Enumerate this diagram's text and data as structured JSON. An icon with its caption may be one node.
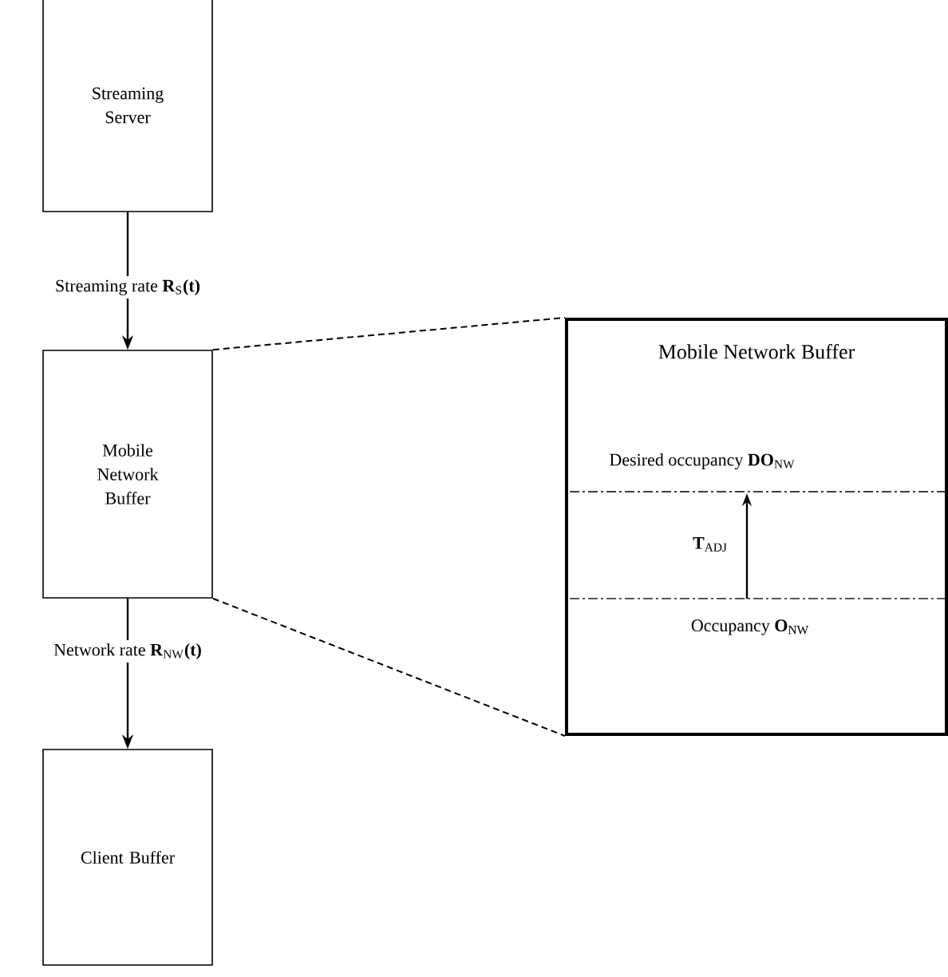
{
  "diagram": {
    "nodes": [
      {
        "text": [
          "Streaming Server"
        ]
      },
      {
        "text": [
          "Mobile Network Buffer"
        ]
      },
      {
        "text": [
          "Client Buffer"
        ]
      },
      {
        "text": [
          "Mobile Network Buffer"
        ]
      }
    ],
    "edges": [
      {
        "from": 0,
        "to": 1,
        "arrow": "to",
        "label": "Streaming rate **R**$_{S}$**(t)**"
      },
      {
        "from": 1,
        "to": 2,
        "arrow": "to",
        "label": "Network rate **R**$_{NW}$**(t)**"
      },
      {
        "from": 1,
        "to": 3,
        "arrow": "none",
        "style": "dashed"
      },
      {
        "from": 1,
        "to": 3,
        "arrow": "none",
        "style": "dashed"
      }
    ],
    "labels": [
      "Desired occupancy **DO**$_{NW}$",
      "**T**$_{ADJ}$",
      "Occupancy **O**$_{NW}$"
    ]
  }
}
